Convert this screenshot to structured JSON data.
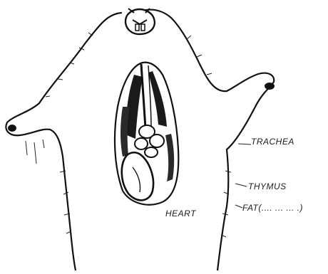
{
  "diagram": {
    "labels": {
      "trachea": "TRACHEA",
      "thymus": "THYMUS",
      "fat": "FAT(.... ... ... .)",
      "heart": "HEART"
    }
  }
}
